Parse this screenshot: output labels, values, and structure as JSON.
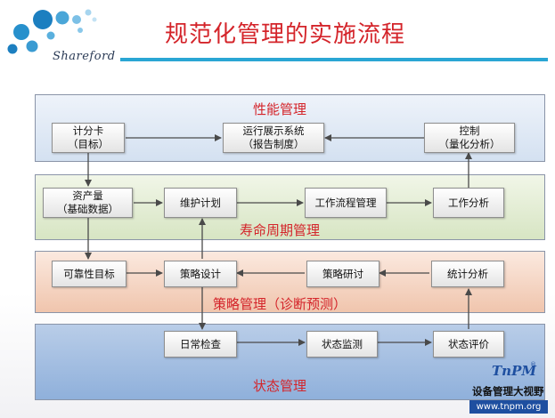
{
  "header": {
    "title": "规范化管理的实施流程",
    "logo_text": "Shareford"
  },
  "bands": {
    "performance": "性能管理",
    "lifecycle": "寿命周期管理",
    "strategy": "策略管理（诊断预测）",
    "state": "状态管理"
  },
  "boxes": {
    "scorecard": [
      "计分卡",
      "（目标）"
    ],
    "display": [
      "运行展示系统",
      "（报告制度）"
    ],
    "control": [
      "控制",
      "（量化分析）"
    ],
    "assets": [
      "资产量",
      "（基础数据）"
    ],
    "maintenance_plan": [
      "维护计划"
    ],
    "workflow": [
      "工作流程管理"
    ],
    "work_analysis": [
      "工作分析"
    ],
    "reliability": [
      "可靠性目标"
    ],
    "strategy_design": [
      "策略设计"
    ],
    "strategy_research": [
      "策略研讨"
    ],
    "statistics": [
      "统计分析"
    ],
    "daily_check": [
      "日常检查"
    ],
    "monitoring": [
      "状态监测"
    ],
    "evaluation": [
      "状态评价"
    ]
  },
  "brand": {
    "tnpm": "TnPM",
    "reg": "®",
    "cn": "设备管理大视野",
    "url": "www.tnpm.org"
  },
  "colors": {
    "title_red": "#d4242a",
    "accent_blue": "#2aa6d4",
    "arrow": "#4a4a4a"
  }
}
